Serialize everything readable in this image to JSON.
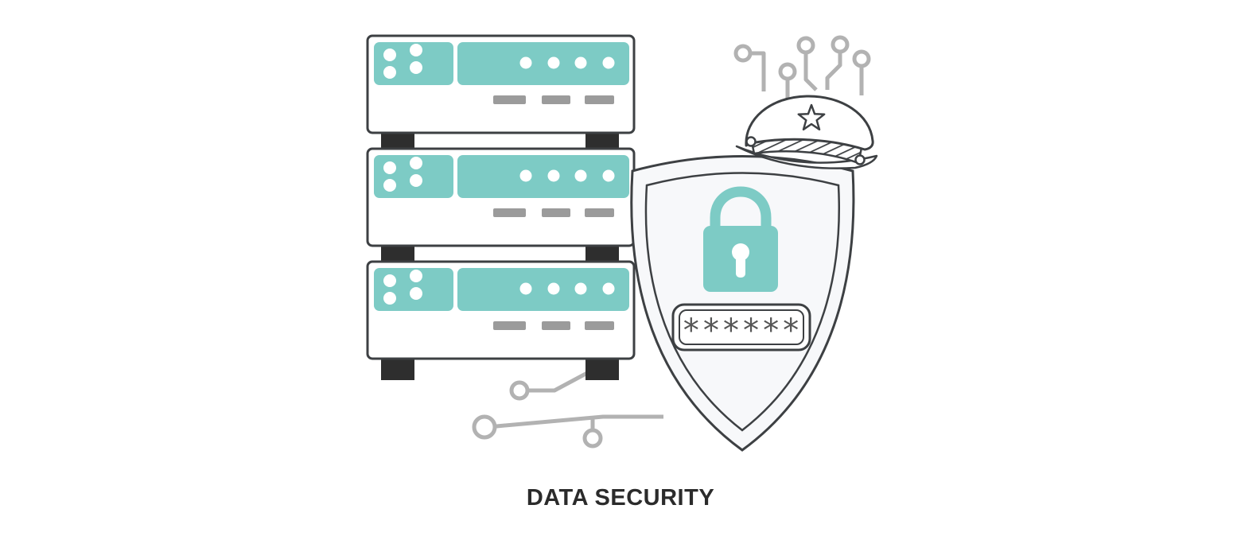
{
  "title": "DATA SECURITY",
  "illustration": {
    "password_mask": "******",
    "colors": {
      "teal_accent": "#7dcbc5",
      "outline_dark": "#3d4043",
      "indicator_bar_gray": "#9b9b9b",
      "circuit_gray": "#b2b2b2",
      "shield_fill": "#f7f8fa",
      "rack_feet_black": "#2e2e2e",
      "title_text": "#2b2b2b",
      "background": "#ffffff"
    },
    "icons": {
      "server-stack-icon": "three stacked server units with teal panels, white LED dots and gray vent bars",
      "shield-icon": "badge-shaped security shield with inner border line",
      "padlock-icon": "teal closed padlock with keyhole",
      "password-field": "rounded input box containing masked password asterisks",
      "police-cap-icon": "security guard peaked cap with star emblem and hatched band",
      "star-icon": "five-pointed star emblem on cap",
      "circuit-trace-icon": "gray circuit-board traces ending in open nodes"
    }
  }
}
